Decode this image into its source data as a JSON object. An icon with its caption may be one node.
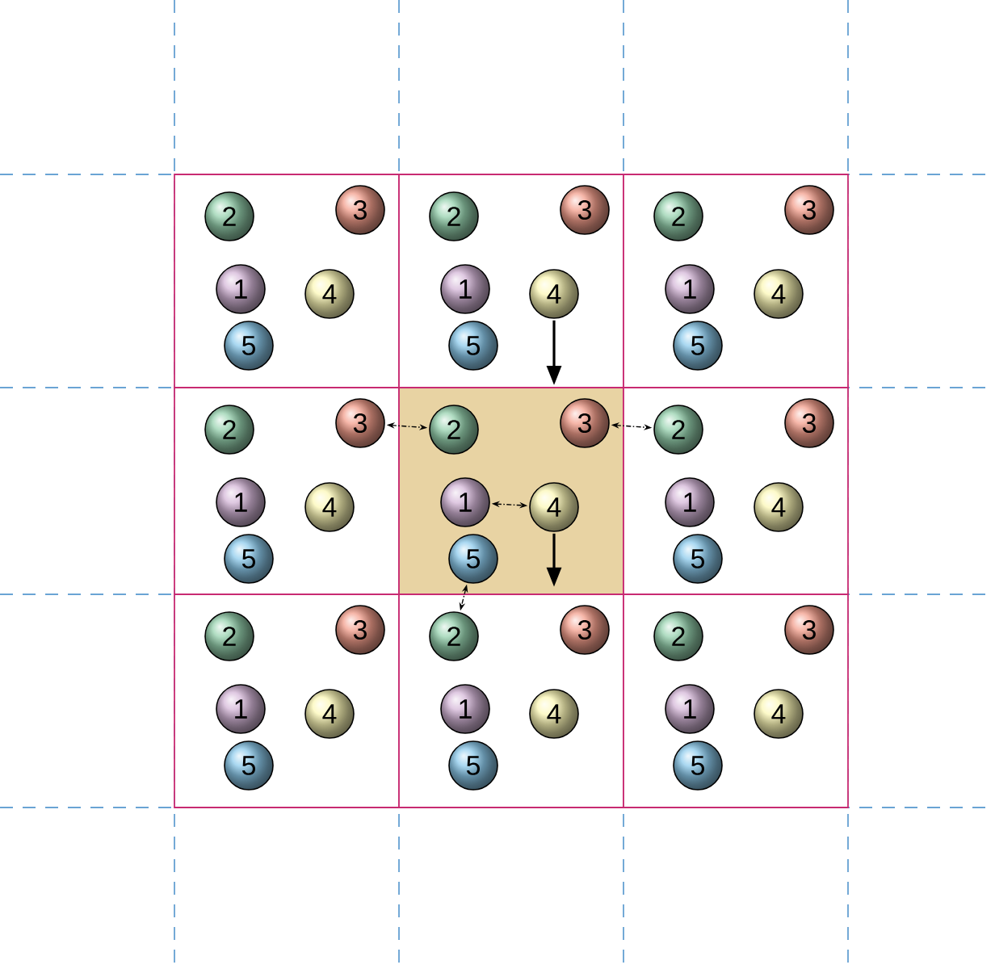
{
  "diagram": {
    "nodes": [
      {
        "text": [],
        "shape": "box"
      },
      {
        "text": [
          "2"
        ],
        "in": 0
      },
      {
        "text": [
          "3"
        ],
        "in": 0
      },
      {
        "text": [
          "1"
        ],
        "in": 0
      },
      {
        "text": [
          "4"
        ],
        "in": 0
      },
      {
        "text": [
          "5"
        ],
        "in": 0
      },
      {
        "text": [],
        "shape": "box"
      },
      {
        "text": [
          "2"
        ],
        "in": 6
      },
      {
        "text": [
          "3"
        ],
        "in": 6
      },
      {
        "text": [
          "1"
        ],
        "in": 6
      },
      {
        "text": [
          "4"
        ],
        "in": 6
      },
      {
        "text": [
          "5"
        ],
        "in": 6
      },
      {
        "text": [],
        "shape": "box"
      },
      {
        "text": [
          "2"
        ],
        "in": 12
      },
      {
        "text": [
          "3"
        ],
        "in": 12
      },
      {
        "text": [
          "1"
        ],
        "in": 12
      },
      {
        "text": [
          "4"
        ],
        "in": 12
      },
      {
        "text": [
          "5"
        ],
        "in": 12
      },
      {
        "text": [],
        "shape": "box"
      },
      {
        "text": [
          "2"
        ],
        "in": 18
      },
      {
        "text": [
          "3"
        ],
        "in": 18
      },
      {
        "text": [
          "1"
        ],
        "in": 18
      },
      {
        "text": [
          "4"
        ],
        "in": 18
      },
      {
        "text": [
          "5"
        ],
        "in": 18
      },
      {
        "text": [],
        "shape": "box"
      },
      {
        "text": [
          "2"
        ],
        "in": 24
      },
      {
        "text": [
          "3"
        ],
        "in": 24
      },
      {
        "text": [
          "1"
        ],
        "in": 24
      },
      {
        "text": [
          "4"
        ],
        "in": 24
      },
      {
        "text": [
          "5"
        ],
        "in": 24
      },
      {
        "text": [],
        "shape": "box"
      },
      {
        "text": [
          "2"
        ],
        "in": 30
      },
      {
        "text": [
          "3"
        ],
        "in": 30
      },
      {
        "text": [
          "1"
        ],
        "in": 30
      },
      {
        "text": [
          "4"
        ],
        "in": 30
      },
      {
        "text": [
          "5"
        ],
        "in": 30
      },
      {
        "text": [],
        "shape": "box"
      },
      {
        "text": [
          "2"
        ],
        "in": 36
      },
      {
        "text": [
          "3"
        ],
        "in": 36
      },
      {
        "text": [
          "1"
        ],
        "in": 36
      },
      {
        "text": [
          "4"
        ],
        "in": 36
      },
      {
        "text": [
          "5"
        ],
        "in": 36
      },
      {
        "text": [],
        "shape": "box"
      },
      {
        "text": [
          "2"
        ],
        "in": 42
      },
      {
        "text": [
          "3"
        ],
        "in": 42
      },
      {
        "text": [
          "1"
        ],
        "in": 42
      },
      {
        "text": [
          "4"
        ],
        "in": 42
      },
      {
        "text": [
          "5"
        ],
        "in": 42
      },
      {
        "text": [],
        "shape": "box"
      },
      {
        "text": [
          "2"
        ],
        "in": 48
      },
      {
        "text": [
          "3"
        ],
        "in": 48
      },
      {
        "text": [
          "1"
        ],
        "in": 48
      },
      {
        "text": [
          "4"
        ],
        "in": 48
      },
      {
        "text": [
          "5"
        ],
        "in": 48
      }
    ],
    "edges": [
      {
        "from": 20,
        "to": 25,
        "arrow": "both",
        "style": "dashed"
      },
      {
        "from": 26,
        "to": 31,
        "arrow": "both",
        "style": "dashed"
      },
      {
        "from": 27,
        "to": 28,
        "arrow": "both",
        "style": "dashed"
      },
      {
        "from": 29,
        "to": 43,
        "arrow": "both",
        "style": "dashed"
      },
      {
        "from": 10,
        "to": 24,
        "arrow": "to"
      },
      {
        "from": 28,
        "to": null,
        "arrow": "to"
      }
    ]
  }
}
